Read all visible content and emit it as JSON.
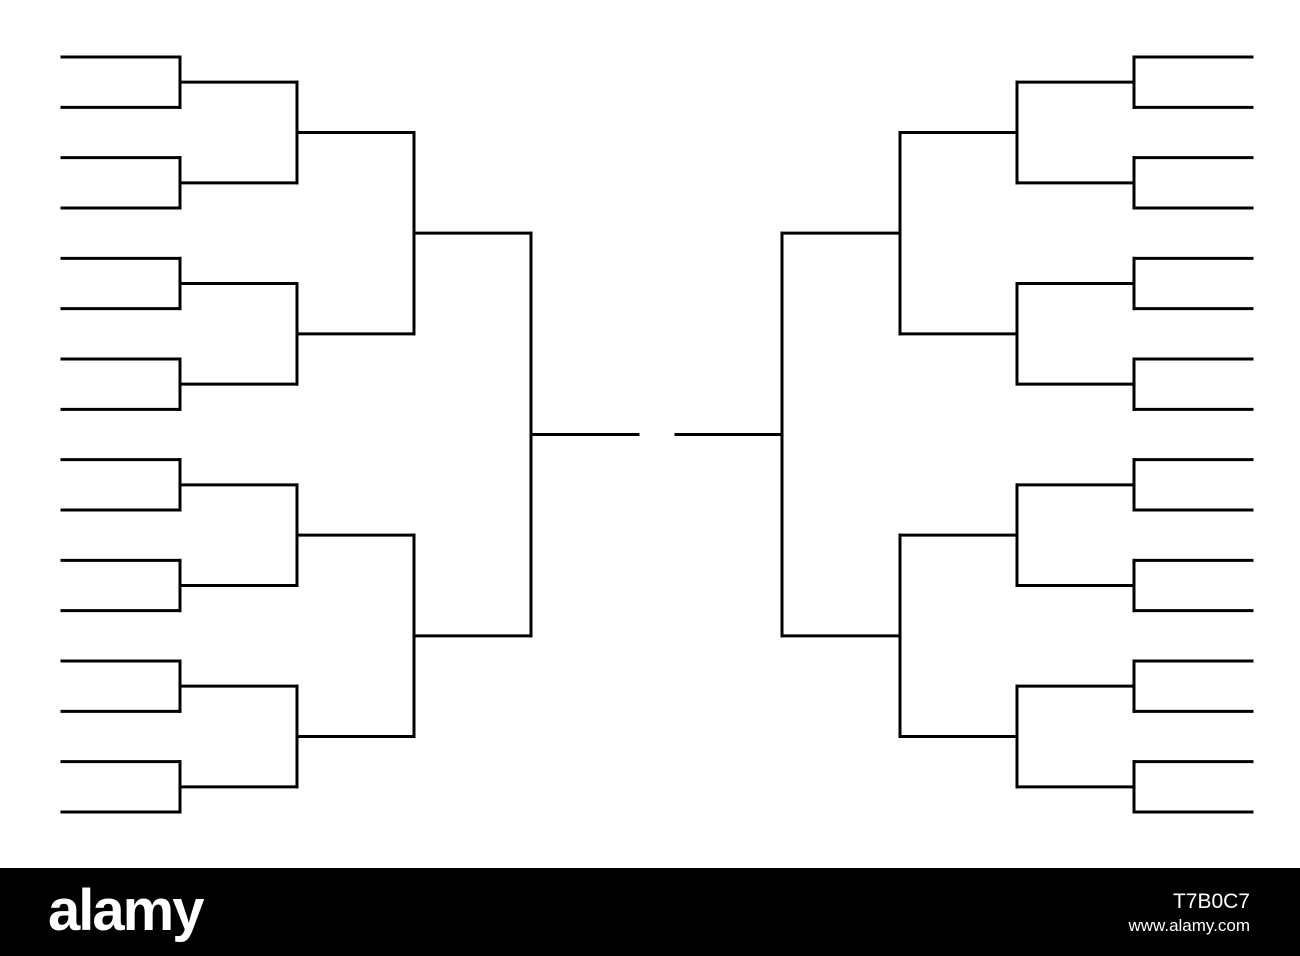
{
  "bracket": {
    "rounds": 5,
    "entrants_per_side": 16,
    "sides": [
      "left",
      "right"
    ],
    "line_color": "#000000",
    "background": "#ffffff"
  },
  "watermark": {
    "logo_text": "alamy",
    "image_id": "T7B0C7",
    "site": "www.alamy.com",
    "bar_color": "#000000",
    "text_color": "#ffffff"
  }
}
